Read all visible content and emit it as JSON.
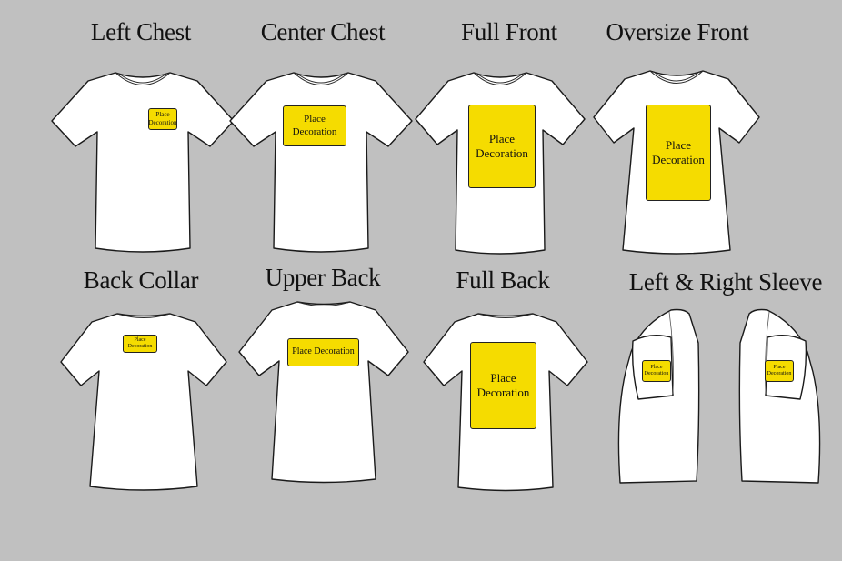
{
  "placements": [
    {
      "id": "left-chest",
      "title": "Left Chest",
      "decoration": [
        "Place",
        "Decoration"
      ]
    },
    {
      "id": "center-chest",
      "title": "Center Chest",
      "decoration": [
        "Place",
        "Decoration"
      ]
    },
    {
      "id": "full-front",
      "title": "Full Front",
      "decoration": [
        "Place",
        "Decoration"
      ]
    },
    {
      "id": "oversize-front",
      "title": "Oversize Front",
      "decoration": [
        "Place",
        "Decoration"
      ]
    },
    {
      "id": "back-collar",
      "title": "Back Collar",
      "decoration": [
        "Place",
        "Decoration"
      ]
    },
    {
      "id": "upper-back",
      "title": "Upper Back",
      "decoration": [
        "Place Decoration"
      ]
    },
    {
      "id": "full-back",
      "title": "Full Back",
      "decoration": [
        "Place",
        "Decoration"
      ]
    },
    {
      "id": "sleeves",
      "title": "Left & Right Sleeve",
      "decoration": [
        "Place",
        "Decoration"
      ]
    }
  ],
  "colors": {
    "background": "#c0c0c0",
    "shirt": "#ffffff",
    "decoration": "#f5dc00",
    "outline": "#1a1a1a"
  }
}
